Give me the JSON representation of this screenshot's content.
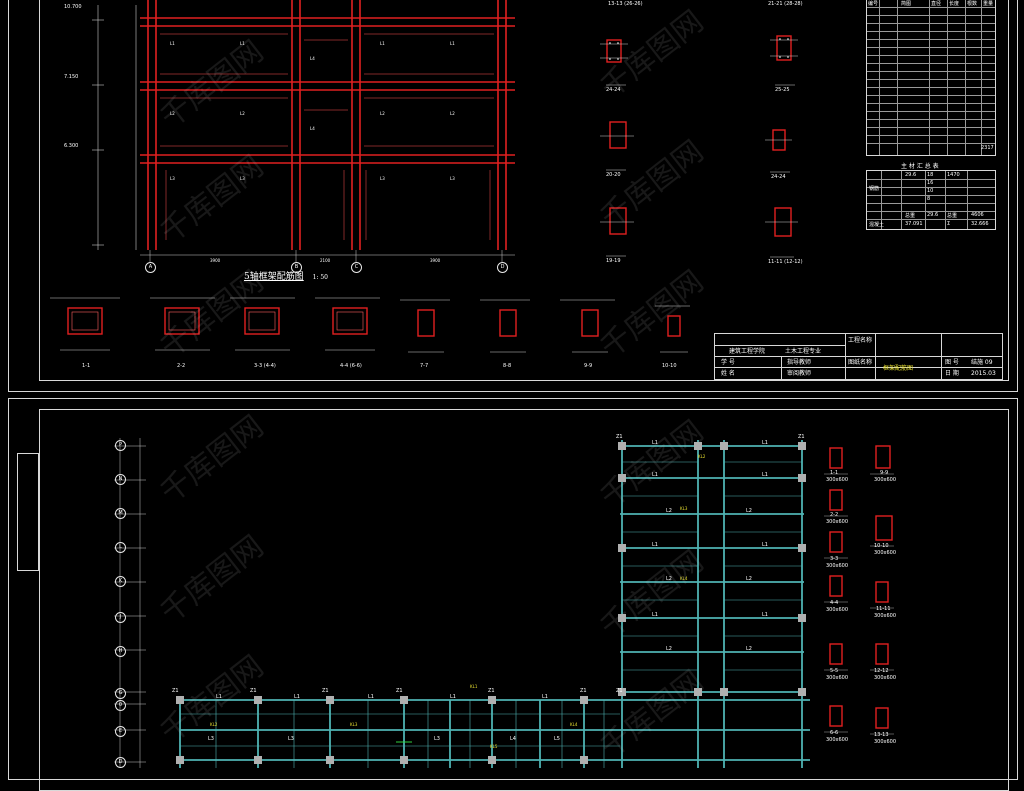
{
  "top_sheet": {
    "drawing_title": "5轴框架配筋图",
    "drawing_scale": "1: 50",
    "elevation_labels": [
      "10.700",
      "7.150",
      "6.300"
    ],
    "grid_axes": [
      "A",
      "B",
      "C",
      "D"
    ],
    "section_captions_top": [
      "13-13 (26-26)",
      "21-21 (28-28)",
      "24-24",
      "25-25",
      "20-20",
      "24-24",
      "19-19",
      "11-11 (12-12)"
    ],
    "section_captions_bottom": [
      "1-1",
      "2-2",
      "3-3 (4-4)",
      "4-4 (6-6)",
      "7-7",
      "8-8",
      "9-9",
      "10-10"
    ],
    "beam_marks": [
      "L1",
      "L2",
      "L3",
      "L4"
    ],
    "summary_title": "主 材 汇 总 表",
    "summary_row_label": "钢筋",
    "summary_values": [
      "29.6",
      "18",
      "1470",
      "16",
      "10",
      "8"
    ],
    "summary_totals": [
      "总重",
      "29.6",
      "总重",
      "4606"
    ],
    "summary_footer": [
      "混凝土",
      "37.091",
      "Σ",
      "32.666"
    ],
    "rebar_table_header": [
      "编号",
      "简图",
      "直径",
      "长度",
      "根数",
      "重量"
    ],
    "rebar_total_value": "2317",
    "title_block": {
      "school": "建筑工程学院",
      "major": "土木工程专业",
      "name_label_1": "学  号",
      "name_label_2": "姓  名",
      "teacher": "指导教师",
      "reviewer": "审阅教师",
      "project_label": "工程名称",
      "drawing_label": "图纸名称",
      "drawing_name": "框架配筋图",
      "no_label": "图  号",
      "no_value": "结施 09",
      "date_label": "日  期",
      "date_value": "2015.03"
    }
  },
  "bottom_sheet": {
    "row_axes": [
      "P",
      "N",
      "M",
      "L",
      "K",
      "J",
      "H",
      "G",
      "0",
      "E",
      "D"
    ],
    "column_marks": [
      "Z1",
      "Z1",
      "Z1",
      "Z1",
      "Z1",
      "Z1",
      "Z1",
      "Z1",
      "Z1"
    ],
    "beam_marks": [
      "L1",
      "L2",
      "L3",
      "L4",
      "L5"
    ],
    "section_captions": [
      "1-1",
      "9-9",
      "2-2",
      "10-10",
      "3-3",
      "11-11",
      "4-4",
      "12-12",
      "5-5",
      "13-13",
      "6-6"
    ],
    "section_sizes": [
      "300x600",
      "300x600",
      "300x600",
      "300x600",
      "300x600",
      "300x600",
      "300x600",
      "300x600",
      "300x600",
      "300x600",
      "300x600"
    ]
  },
  "watermark_text": "千库图网",
  "colors": {
    "background": "#000000",
    "line_white": "#d8d8d8",
    "rebar_red": "#e02020",
    "beam_cyan": "#4fb3b3",
    "column_gray": "#b0b0b0",
    "annotation_yellow": "#e8e030",
    "annotation_green": "#30d040"
  }
}
